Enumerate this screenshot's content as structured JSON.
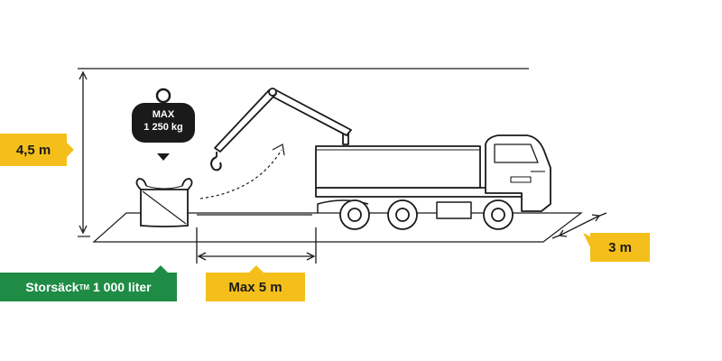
{
  "labels": {
    "height": "4,5 m",
    "width": "3 m",
    "reach": "Max 5 m",
    "bag_name": "Storsäck",
    "bag_tm": "TM",
    "bag_volume": "1 000 liter"
  },
  "weight": {
    "line1": "MAX",
    "line2": "1 250 kg"
  },
  "colors": {
    "yellow": "#f4bf1a",
    "green": "#1f8c45",
    "ink": "#1a1a1a"
  }
}
